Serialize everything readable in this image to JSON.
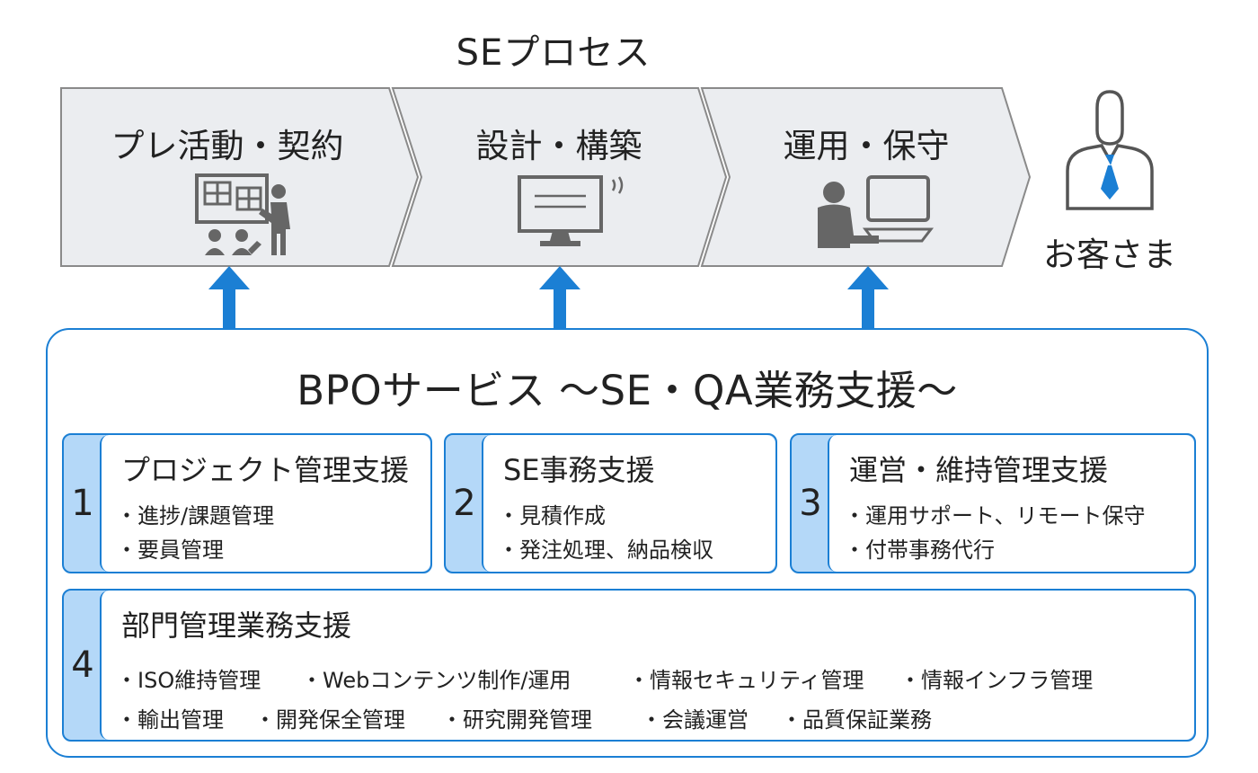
{
  "process": {
    "title": "SEプロセス",
    "stages": [
      {
        "label": "プレ活動・契約",
        "icon": "presentation-icon"
      },
      {
        "label": "設計・構築",
        "icon": "monitor-icon"
      },
      {
        "label": "運用・保守",
        "icon": "operator-at-computer-icon"
      }
    ],
    "customer": {
      "label": "お客さま",
      "icon": "customer-icon"
    }
  },
  "bpo": {
    "title": "BPOサービス 〜SE・QA業務支援〜",
    "services": [
      {
        "number": "1",
        "title": "プロジェクト管理支援",
        "items": [
          "進捗/課題管理",
          "要員管理"
        ]
      },
      {
        "number": "2",
        "title": "SE事務支援",
        "items": [
          "見積作成",
          "発注処理、納品検収"
        ]
      },
      {
        "number": "3",
        "title": "運営・維持管理支援",
        "items": [
          "運用サポート、リモート保守",
          "付帯事務代行"
        ]
      },
      {
        "number": "4",
        "title": "部門管理業務支援",
        "items": [
          "ISO維持管理",
          "Webコンテンツ制作/運用",
          "情報セキュリティ管理",
          "情報インフラ管理",
          "輸出管理",
          "開発保全管理",
          "研究開発管理",
          "会議運営",
          "品質保証業務"
        ]
      }
    ]
  },
  "colors": {
    "accent": "#1b7fd4",
    "stage_fill": "#ebedf0",
    "stage_border": "#8a8a8a",
    "number_tab": "#b4d8f8",
    "icon_gray": "#666666"
  }
}
